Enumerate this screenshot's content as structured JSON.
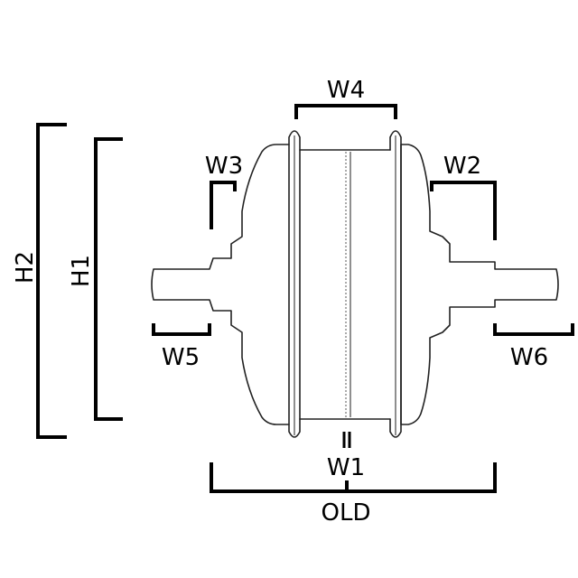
{
  "diagram": {
    "labels": {
      "w1": "W1",
      "w2": "W2",
      "w3": "W3",
      "w4": "W4",
      "w5": "W5",
      "w6": "W6",
      "h1": "H1",
      "h2": "H2",
      "old": "OLD"
    },
    "colors": {
      "stroke": "#000000",
      "outline": "#222222",
      "background": "#ffffff"
    }
  }
}
